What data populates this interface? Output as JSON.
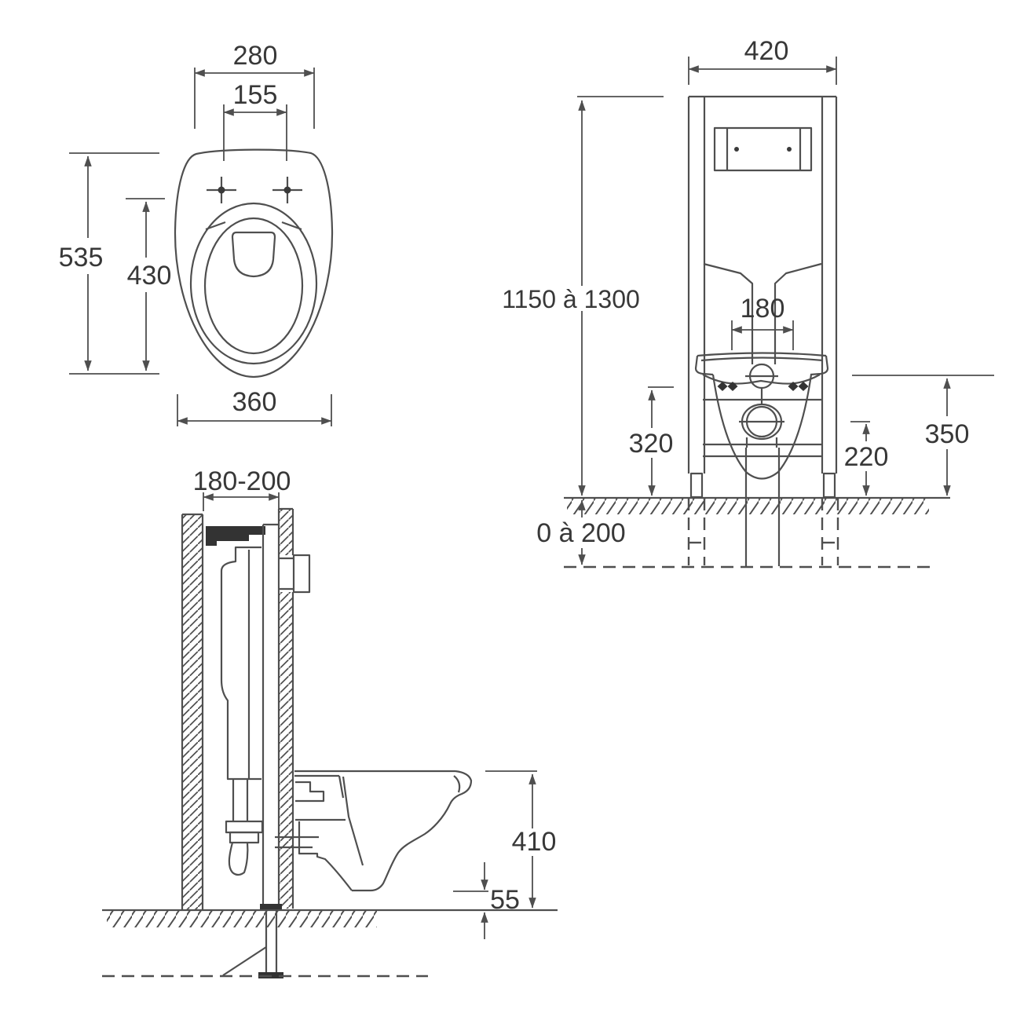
{
  "drawing_type": "wall-hung toilet installation frame dimensional drawing",
  "units": "mm",
  "colors": {
    "background": "#ffffff",
    "line": "#4f4f4f",
    "text": "#383838"
  },
  "views": {
    "plan": {
      "labels": {
        "overall_width": "280",
        "fixing_hole_spacing": "155",
        "overall_depth": "535",
        "seat_length": "430",
        "front_width": "360"
      }
    },
    "front": {
      "labels": {
        "frame_width": "420",
        "frame_height_range": "1150 à 1300",
        "fixing_bolt_spacing": "180",
        "support_rail_height": "320",
        "outlet_axis_height": "220",
        "inlet_axis_height": "350",
        "floor_adjust_range": "0 à 200"
      }
    },
    "side": {
      "labels": {
        "cavity_depth_range": "180-200",
        "rim_height": "410",
        "bottom_clearance": "55"
      }
    }
  }
}
